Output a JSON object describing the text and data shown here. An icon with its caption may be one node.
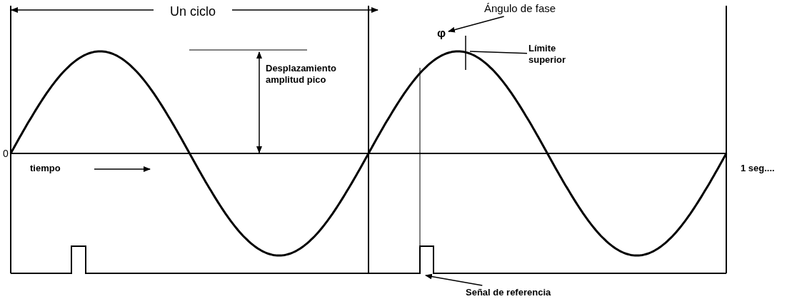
{
  "diagram": {
    "nodes": [
      {
        "text": [
          "Ángulo de fase"
        ]
      },
      {
        "text": [
          "φ"
        ]
      },
      {
        "text": [
          "Límite superior"
        ]
      },
      {
        "text": [
          "Señal de referencia"
        ]
      }
    ],
    "edges": [
      {
        "from": 0,
        "to": 1,
        "arrow": "to"
      },
      {
        "from": 2,
        "to": null,
        "arrow": "none"
      },
      {
        "from": 3,
        "to": null,
        "arrow": "to"
      }
    ],
    "labels": [
      "Un ciclo",
      "Desplazamiento amplitud pico",
      "0",
      "tiempo",
      "1 seg...."
    ]
  }
}
